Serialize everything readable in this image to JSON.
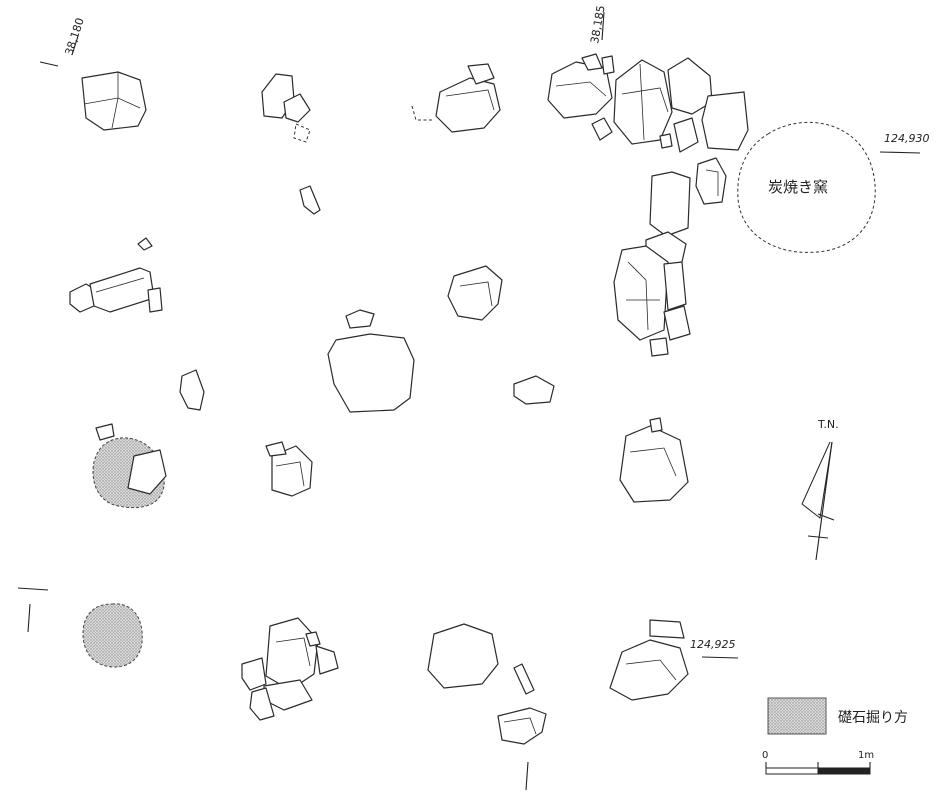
{
  "coords": {
    "x_top_left": "38,180",
    "x_top_right": "38,185",
    "y_right_upper": "124,930",
    "y_right_lower": "124,925"
  },
  "kiln": {
    "label": "炭焼き窯"
  },
  "north": {
    "label": "T.N."
  },
  "legend": {
    "pit_label": "礎石掘り方"
  },
  "scale": {
    "start": "0",
    "end": "1m"
  }
}
